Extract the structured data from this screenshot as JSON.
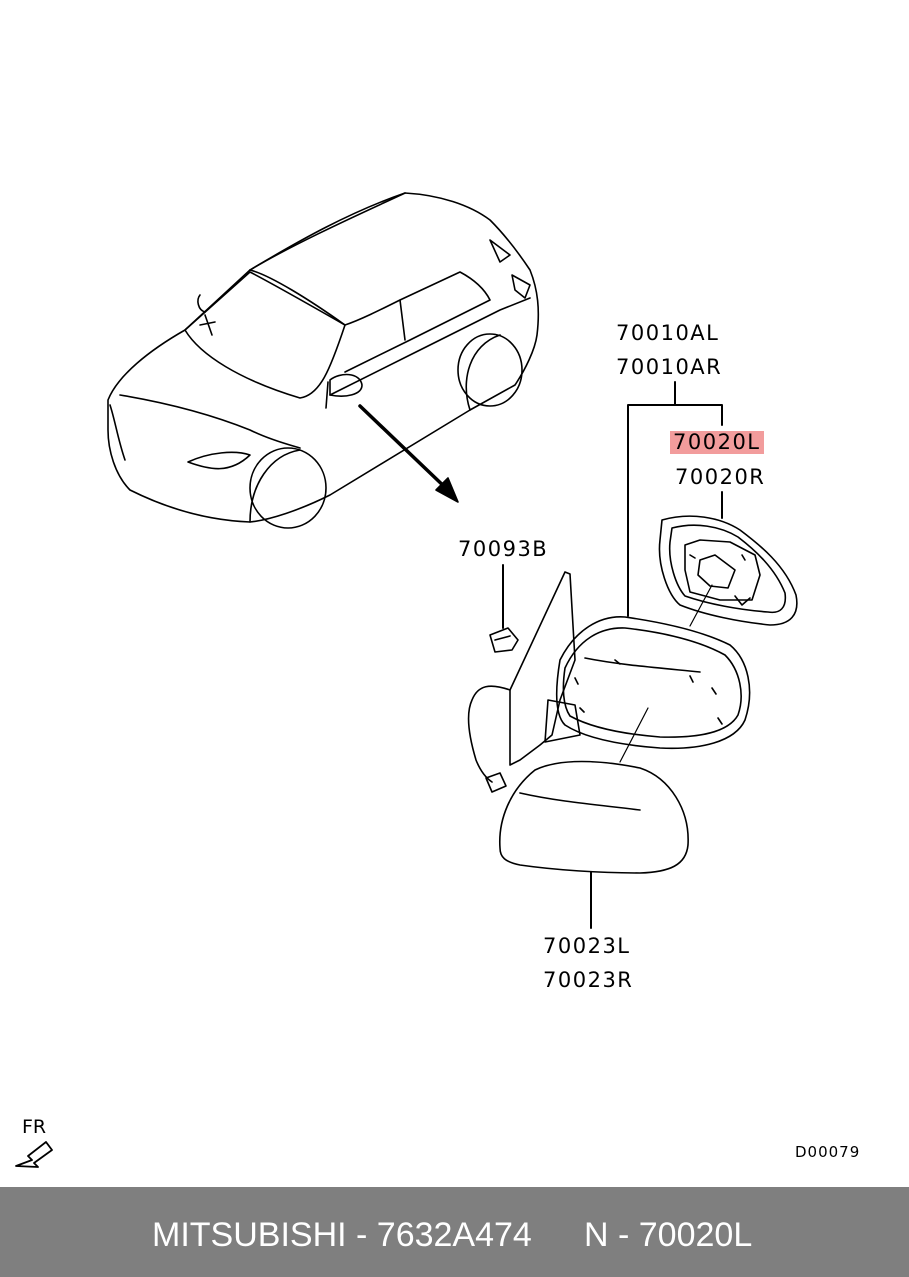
{
  "diagram": {
    "labels": {
      "assembly_left": "70010AL",
      "assembly_right": "70010AR",
      "mirror_left": "70020L",
      "mirror_right": "70020R",
      "screw": "70093B",
      "cover_left": "70023L",
      "cover_right": "70023R"
    },
    "highlighted_part": "70020L",
    "highlight_color": "#f29c9c",
    "drawing_code": "D00079",
    "direction_label": "FR"
  },
  "footer": {
    "brand": "MITSUBISHI - 7632A474",
    "part_ref": "N - 70020L",
    "background_color": "#7f7f7f"
  }
}
